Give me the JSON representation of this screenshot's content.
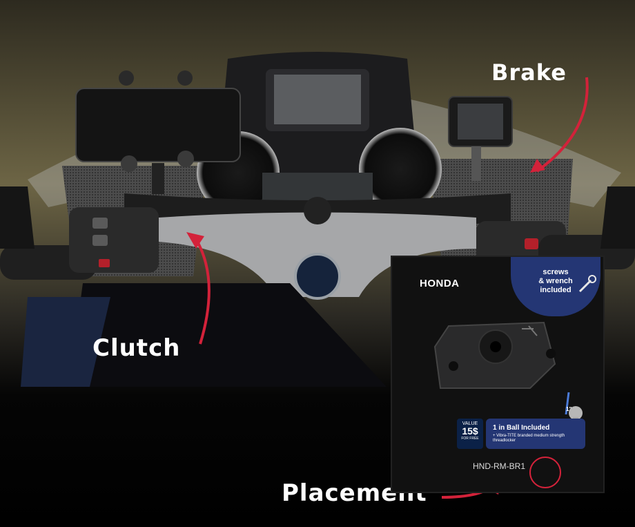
{
  "callouts": {
    "brake": "Brake",
    "clutch": "Clutch",
    "placement": "Placement"
  },
  "product_card": {
    "brand": "HONDA",
    "badge_lines": [
      "screws",
      "& wrench",
      "included"
    ],
    "value_badge": {
      "line1": "VALUE",
      "line2": "15$",
      "line3": "FOR FREE"
    },
    "ball_included": {
      "title": "1 in Ball Included",
      "subtitle": "+ Vibra-TITE branded medium strength threadlocker",
      "size_mark": "1\""
    },
    "part_number": "HND-RM-BR1"
  },
  "colors": {
    "arrow_red": "#d3223a",
    "badge_blue": "#243674",
    "value_blue": "#0b2147"
  }
}
